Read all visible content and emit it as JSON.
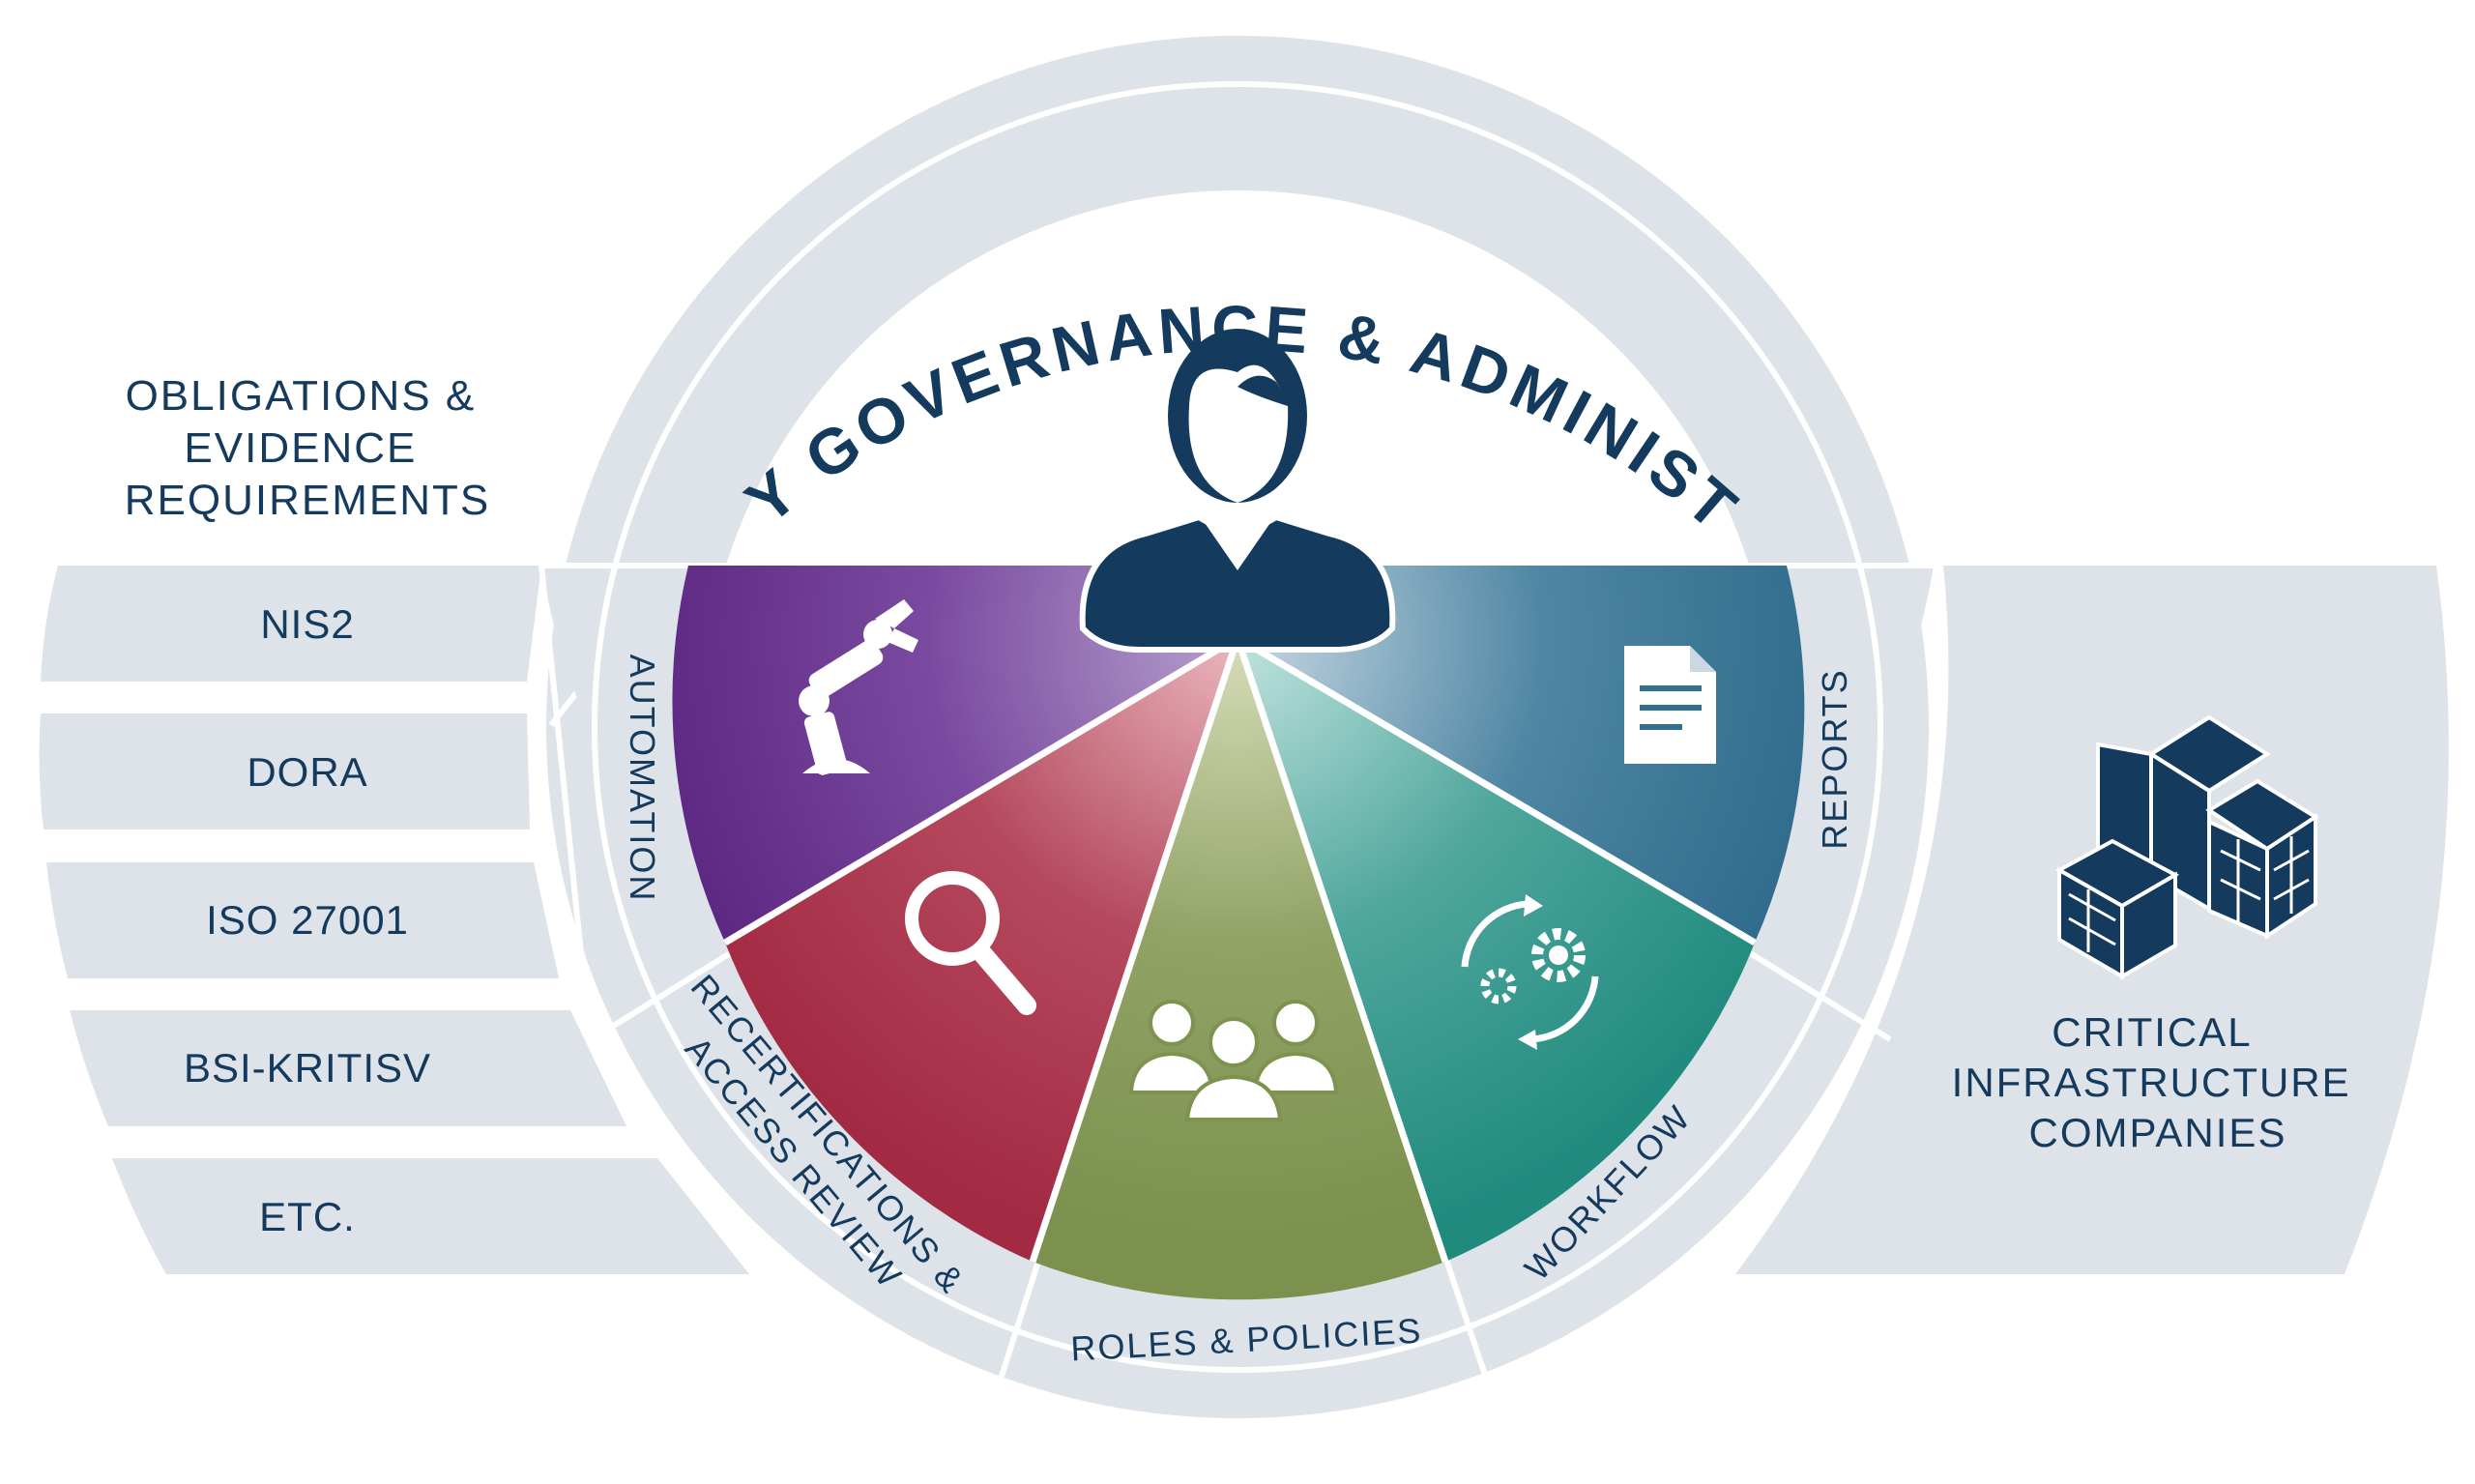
{
  "title": "IDENTITY GOVERNANCE & ADMINISTRATION",
  "left_panel": {
    "heading_lines": [
      "OBLIGATIONS &",
      "EVIDENCE",
      "REQUIREMENTS"
    ],
    "items": [
      "NIS2",
      "DORA",
      "ISO 27001",
      "BSI-KRITISV",
      "ETC."
    ]
  },
  "right_panel": {
    "heading_lines": [
      "CRITICAL",
      "INFRASTRUCTURE",
      "COMPANIES"
    ],
    "icon": "buildings-icon"
  },
  "center_icon": "user-icon",
  "segments": [
    {
      "key": "automation",
      "label_lines": [
        "AUTOMATION"
      ],
      "icon": "robot-arm-icon",
      "color": "#5e2b86"
    },
    {
      "key": "recertifications",
      "label_lines": [
        "RECERTIFICATIONS &",
        "ACCESS REVIEW"
      ],
      "icon": "magnifier-icon",
      "color": "#a8324a"
    },
    {
      "key": "roles",
      "label_lines": [
        "ROLES & POLICIES"
      ],
      "icon": "group-icon",
      "color": "#7f9350"
    },
    {
      "key": "workflow",
      "label_lines": [
        "WORKFLOW"
      ],
      "icon": "gears-icon",
      "color": "#2a8d84"
    },
    {
      "key": "reports",
      "label_lines": [
        "REPORTS"
      ],
      "icon": "document-icon",
      "color": "#316f8e"
    }
  ],
  "colors": {
    "navy": "#143a5e",
    "ring": "#dde3e9",
    "white": "#ffffff"
  }
}
